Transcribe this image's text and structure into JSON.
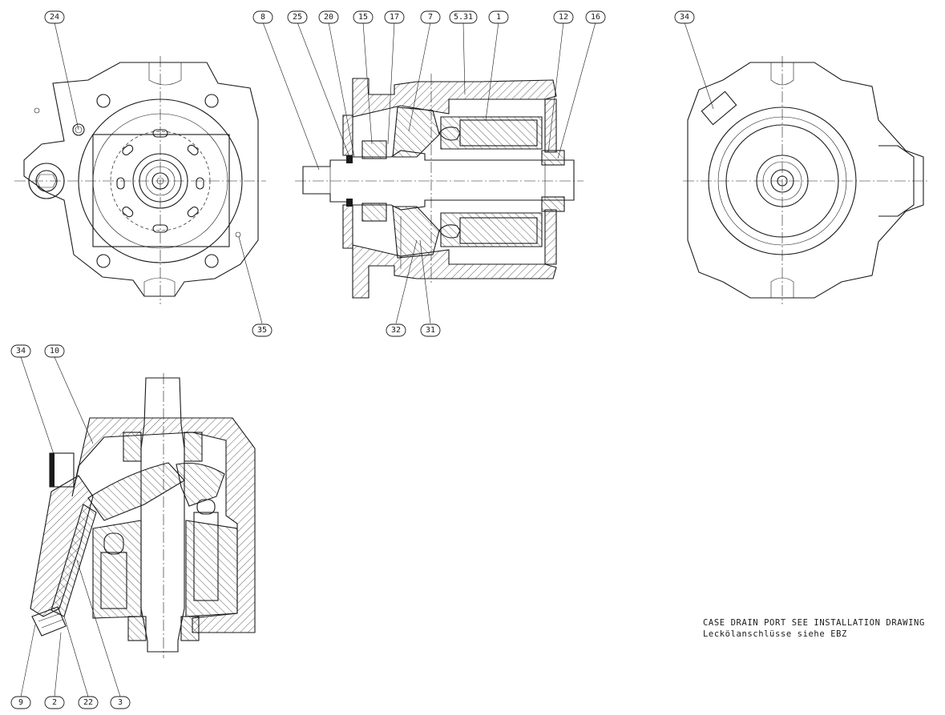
{
  "drawing": {
    "callouts": {
      "front_view": [
        "24",
        "35"
      ],
      "section_view": [
        "8",
        "25",
        "20",
        "15",
        "17",
        "7",
        "5.31",
        "1",
        "12",
        "16",
        "32",
        "31"
      ],
      "rear_view": [
        "34"
      ],
      "lower_section_view": [
        "34",
        "10",
        "9",
        "2",
        "22",
        "3"
      ]
    },
    "notes": {
      "line1": "CASE DRAIN PORT SEE INSTALLATION DRAWING",
      "line2": "Leckölanschlüsse siehe EBZ"
    }
  }
}
